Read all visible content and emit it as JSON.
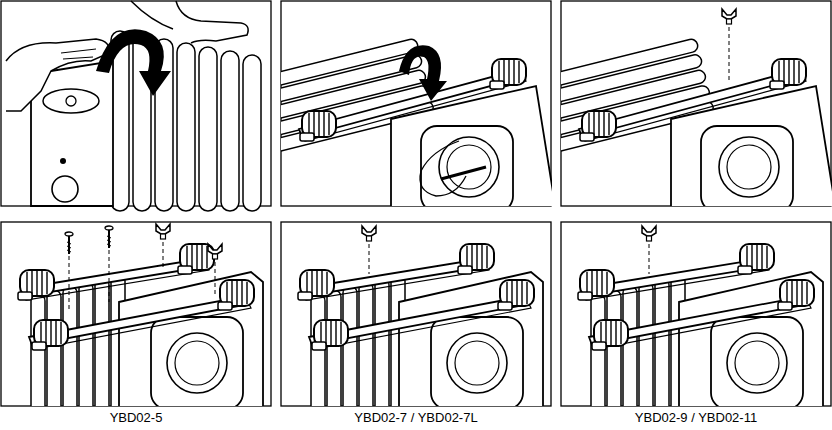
{
  "diagram": {
    "labels": [
      "YBD02-5",
      "YBD02-7 / YBD02-7L",
      "YBD02-9 / YBD02-11"
    ]
  }
}
